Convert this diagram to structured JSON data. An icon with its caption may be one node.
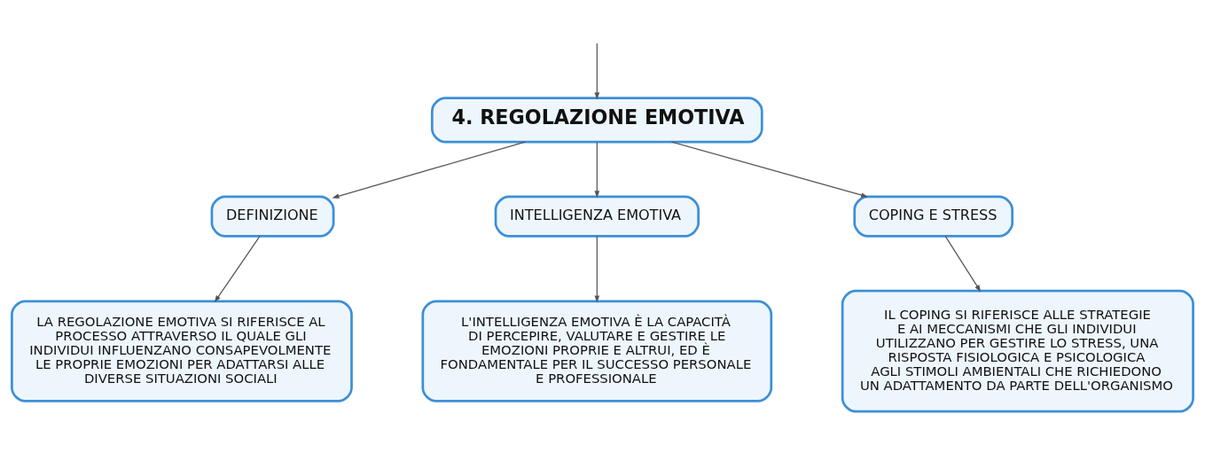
{
  "diagram": {
    "nodes": [
      {
        "text": [
          "4. REGOLAZIONE EMOTIVA"
        ]
      },
      {
        "text": [
          "DEFINIZIONE"
        ]
      },
      {
        "text": [
          "INTELLIGENZA EMOTIVA"
        ]
      },
      {
        "text": [
          "COPING E STRESS"
        ]
      },
      {
        "text": [
          "LA REGOLAZIONE EMOTIVA SI RIFERISCE AL PROCESSO ATTRAVERSO IL QUALE GLI INDIVIDUI INFLUENZANO CONSAPEVOLMENTE LE PROPRIE EMOZIONI PER ADATTARSI ALLE DIVERSE SITUAZIONI SOCIALI"
        ]
      },
      {
        "text": [
          "L'INTELLIGENZA EMOTIVA È LA CAPACITÀ DI PERCEPIRE, VALUTARE E GESTIRE LE EMOZIONI PROPRIE E ALTRUI, ED È FONDAMENTALE PER IL SUCCESSO PERSONALE E PROFESSIONALE"
        ]
      },
      {
        "text": [
          "IL COPING SI RIFERISCE ALLE STRATEGIE E AI MECCANISMI CHE GLI INDIVIDUI UTILIZZANO PER GESTIRE LO STRESS, UNA RISPOSTA FISIOLOGICA E PSICOLOGICA AGLI STIMOLI AMBIENTALI CHE RICHIEDONO UN ADATTAMENTO DA PARTE DELL'ORGANISMO"
        ]
      }
    ],
    "edges": [
      {
        "from": null,
        "to": 0,
        "arrow": "to"
      },
      {
        "from": 0,
        "to": 1,
        "arrow": "to"
      },
      {
        "from": 0,
        "to": 2,
        "arrow": "to"
      },
      {
        "from": 0,
        "to": 3,
        "arrow": "to"
      },
      {
        "from": 1,
        "to": 4,
        "arrow": "to"
      },
      {
        "from": 2,
        "to": 5,
        "arrow": "to"
      },
      {
        "from": 3,
        "to": 6,
        "arrow": "to"
      }
    ]
  }
}
